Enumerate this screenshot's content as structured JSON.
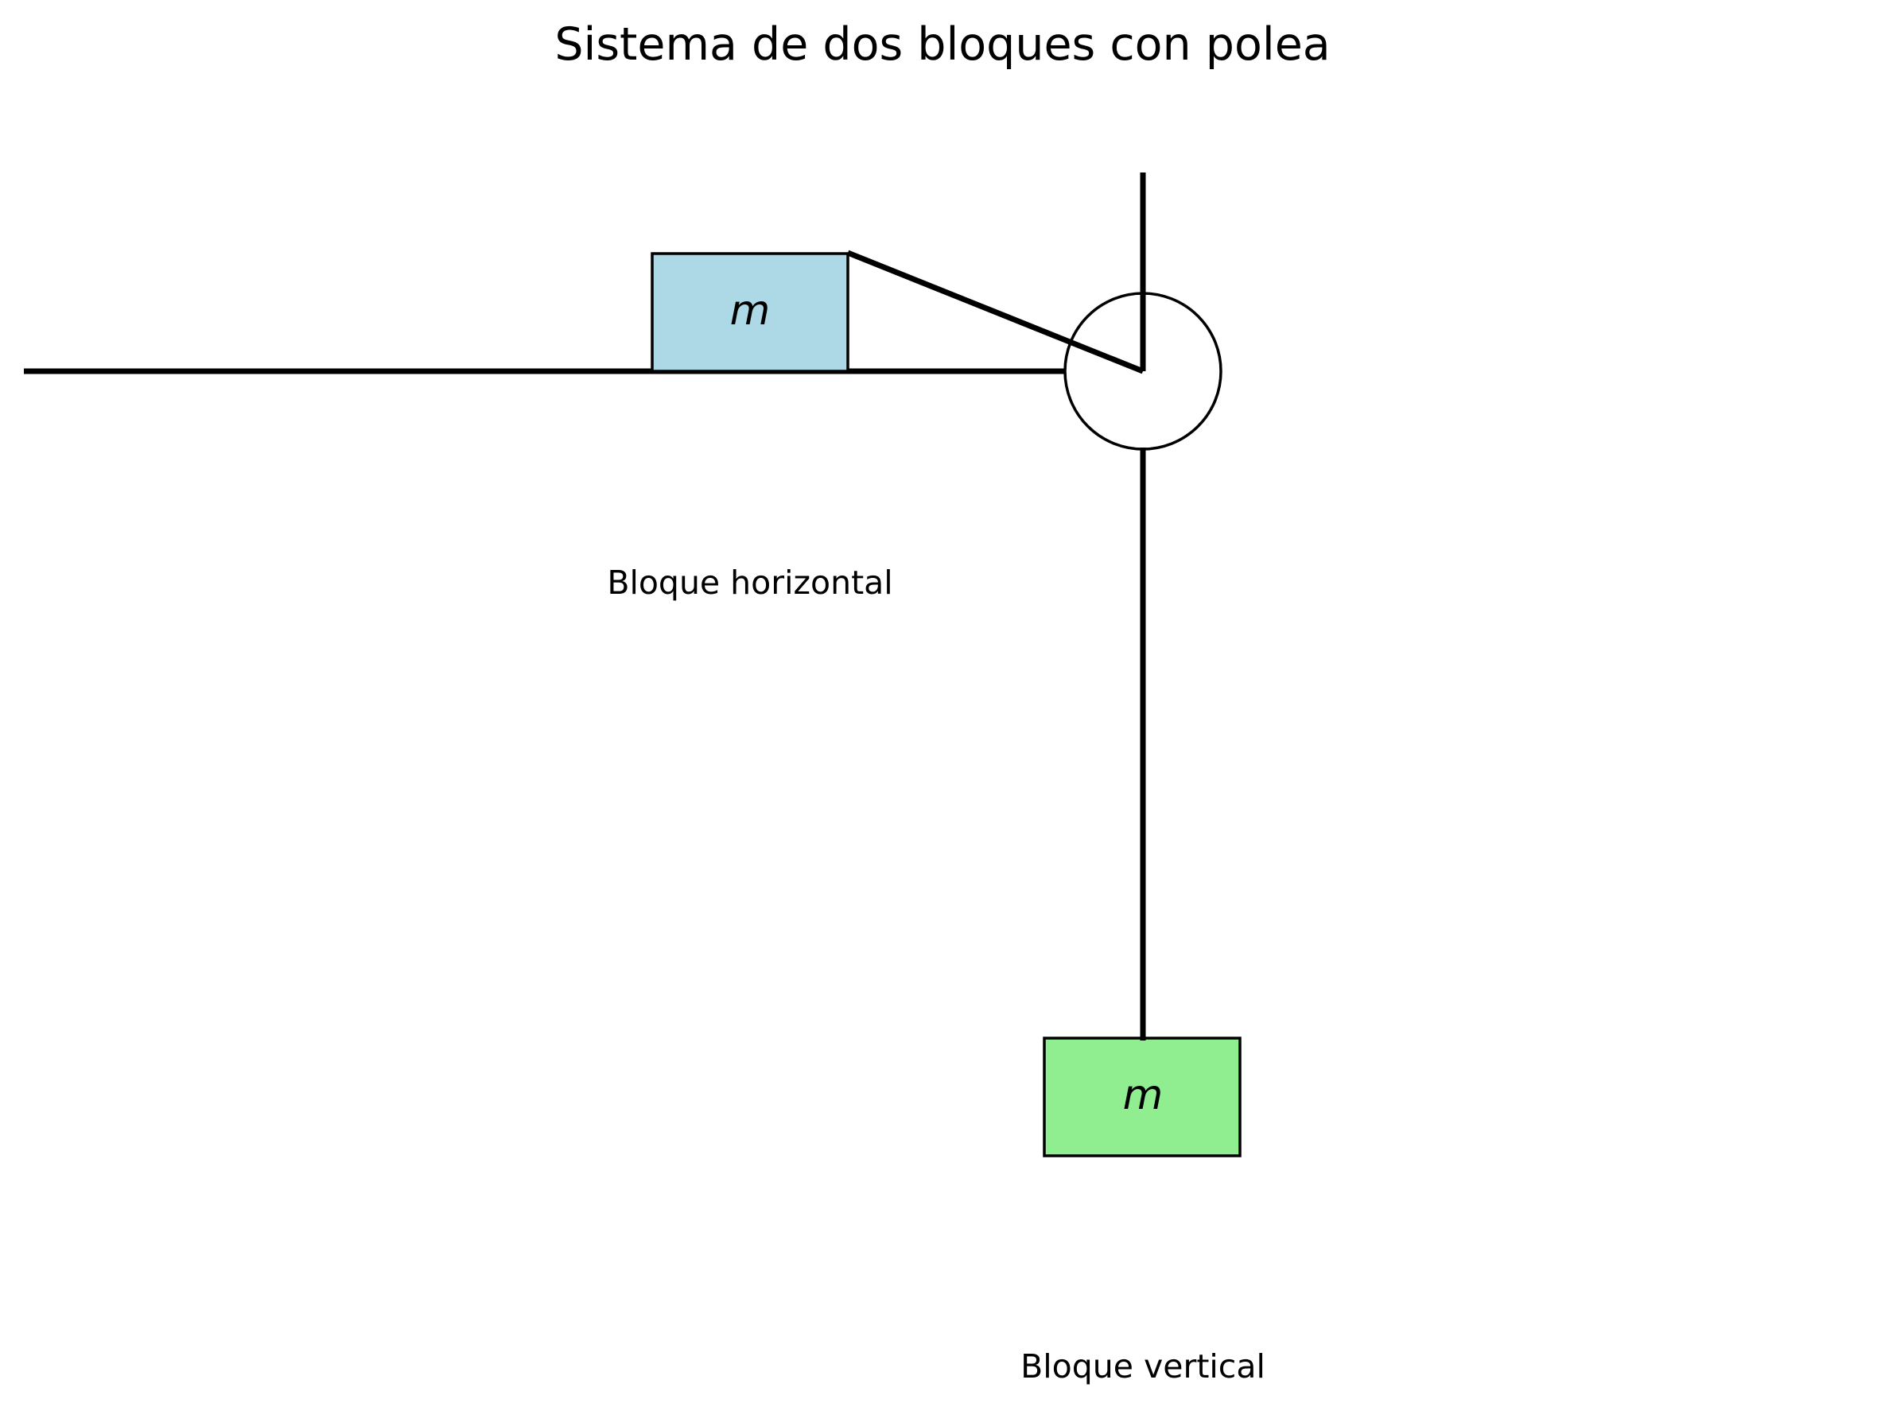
{
  "title": "Sistema de dos bloques con polea",
  "horizontal_block": {
    "mass_label": "m",
    "caption": "Bloque horizontal",
    "fill_color": "#add8e6"
  },
  "vertical_block": {
    "mass_label": "m",
    "caption": "Bloque vertical",
    "fill_color": "#90ee90"
  },
  "pulley": {
    "fill_color": "#ffffff"
  },
  "line_color": "#000000"
}
